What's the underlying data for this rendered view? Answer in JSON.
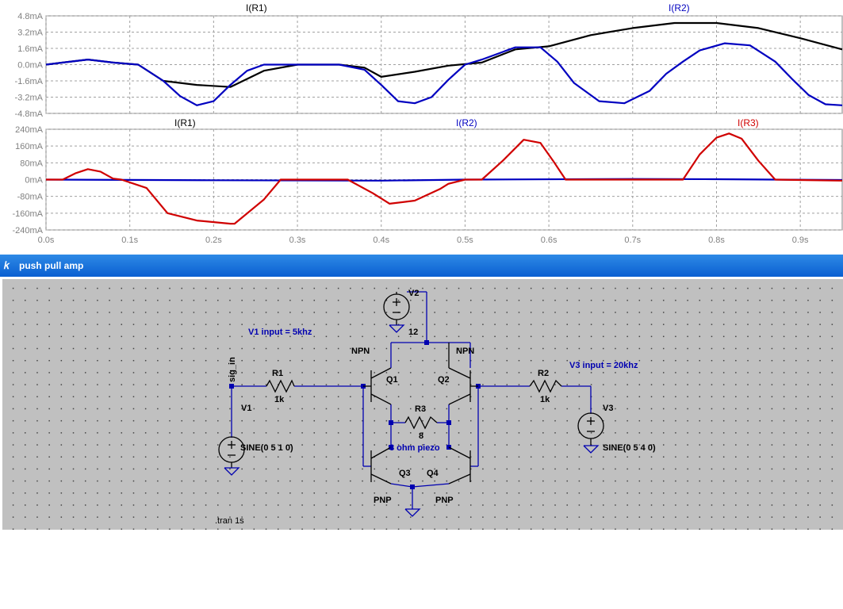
{
  "plot": {
    "top_pane": {
      "trace_titles": [
        {
          "label": "I(R1)",
          "color": "#000000"
        },
        {
          "label": "I(R2)",
          "color": "#0000c0"
        }
      ],
      "y_ticks": [
        "4.8mA",
        "3.2mA",
        "1.6mA",
        "0.0mA",
        "-1.6mA",
        "-3.2mA",
        "-4.8mA"
      ]
    },
    "bottom_pane": {
      "trace_titles": [
        {
          "label": "I(R1)",
          "color": "#000000"
        },
        {
          "label": "I(R2)",
          "color": "#0000c0"
        },
        {
          "label": "I(R3)",
          "color": "#d00000"
        }
      ],
      "y_ticks": [
        "240mA",
        "160mA",
        "80mA",
        "0mA",
        "-80mA",
        "-160mA",
        "-240mA"
      ]
    },
    "x_ticks": [
      "0.0s",
      "0.1s",
      "0.2s",
      "0.3s",
      "0.4s",
      "0.5s",
      "0.6s",
      "0.7s",
      "0.8s",
      "0.9s"
    ]
  },
  "chart_data": [
    {
      "type": "line",
      "xlabel": "",
      "ylabel": "",
      "xlim": [
        0,
        0.95
      ],
      "ylim": [
        -4.8,
        4.8
      ],
      "series": [
        {
          "name": "I(R1)",
          "color": "#000000",
          "x": [
            0,
            0.02,
            0.05,
            0.08,
            0.11,
            0.14,
            0.18,
            0.22,
            0.26,
            0.3,
            0.35,
            0.38,
            0.4,
            0.44,
            0.48,
            0.52,
            0.56,
            0.6,
            0.65,
            0.7,
            0.75,
            0.8,
            0.85,
            0.9,
            0.95
          ],
          "y": [
            0,
            0.2,
            0.5,
            0.2,
            0,
            -1.6,
            -2.0,
            -2.2,
            -0.6,
            0,
            0,
            -0.3,
            -1.2,
            -0.7,
            -0.1,
            0.2,
            1.5,
            1.8,
            2.9,
            3.6,
            4.1,
            4.1,
            3.6,
            2.6,
            1.5
          ]
        },
        {
          "name": "I(R2)",
          "color": "#0000c0",
          "x": [
            0,
            0.02,
            0.05,
            0.08,
            0.11,
            0.14,
            0.16,
            0.18,
            0.2,
            0.22,
            0.24,
            0.26,
            0.3,
            0.35,
            0.38,
            0.4,
            0.42,
            0.44,
            0.46,
            0.48,
            0.5,
            0.52,
            0.56,
            0.59,
            0.61,
            0.63,
            0.66,
            0.69,
            0.72,
            0.74,
            0.76,
            0.78,
            0.81,
            0.84,
            0.87,
            0.89,
            0.91,
            0.93,
            0.95
          ],
          "y": [
            0,
            0.2,
            0.5,
            0.2,
            0,
            -1.6,
            -3.1,
            -4.0,
            -3.6,
            -2.0,
            -0.6,
            0,
            0,
            0,
            -0.5,
            -2.0,
            -3.6,
            -3.8,
            -3.2,
            -1.5,
            0,
            0.5,
            1.7,
            1.7,
            0.3,
            -1.8,
            -3.6,
            -3.8,
            -2.6,
            -0.9,
            0.3,
            1.4,
            2.1,
            1.9,
            0.3,
            -1.4,
            -3.0,
            -3.9,
            -4.0
          ]
        }
      ]
    },
    {
      "type": "line",
      "xlabel": "",
      "ylabel": "",
      "xlim": [
        0,
        0.95
      ],
      "ylim": [
        -240,
        240
      ],
      "series": [
        {
          "name": "I(R2)",
          "color": "#0000c0",
          "x": [
            0,
            0.2,
            0.4,
            0.5,
            0.7,
            0.8,
            0.95
          ],
          "y": [
            0,
            -3,
            -5,
            0,
            3,
            2,
            -2
          ]
        },
        {
          "name": "I(R3)",
          "color": "#d00000",
          "x": [
            0,
            0.02,
            0.035,
            0.05,
            0.065,
            0.08,
            0.09,
            0.12,
            0.145,
            0.18,
            0.22,
            0.225,
            0.26,
            0.28,
            0.34,
            0.36,
            0.39,
            0.41,
            0.44,
            0.47,
            0.48,
            0.5,
            0.52,
            0.545,
            0.57,
            0.59,
            0.605,
            0.62,
            0.7,
            0.76,
            0.78,
            0.8,
            0.815,
            0.83,
            0.85,
            0.87,
            0.95
          ],
          "y": [
            0,
            0,
            30,
            50,
            38,
            5,
            0,
            -40,
            -160,
            -195,
            -210,
            -210,
            -95,
            0,
            0,
            0,
            -65,
            -115,
            -100,
            -45,
            -20,
            0,
            0,
            90,
            190,
            175,
            90,
            0,
            0,
            0,
            120,
            200,
            220,
            195,
            90,
            0,
            -5
          ]
        }
      ]
    }
  ],
  "window": {
    "title": "push pull amp",
    "icon": "ltspice-icon"
  },
  "schematic": {
    "labels": {
      "v2_name": "V2",
      "v2_value": "12",
      "v1_note": "V1 input = 5khz",
      "v3_note": "V3 input = 20khz",
      "net_sig_in": "sig_in",
      "r1_name": "R1",
      "r1_value": "1k",
      "r2_name": "R2",
      "r2_value": "1k",
      "r3_name": "R3",
      "r3_value": "8",
      "r3_note": "8 ohm piezo",
      "q1_name": "Q1",
      "q2_name": "Q2",
      "q3_name": "Q3",
      "q4_name": "Q4",
      "q1_type": "NPN",
      "q2_type": "NPN",
      "q3_type": "PNP",
      "q4_type": "PNP",
      "v1_name": "V1",
      "v1_value": "SINE(0 5 1 0)",
      "v3_name": "V3",
      "v3_value": "SINE(0 5 4 0)",
      "directive": ".tran 1s"
    }
  }
}
